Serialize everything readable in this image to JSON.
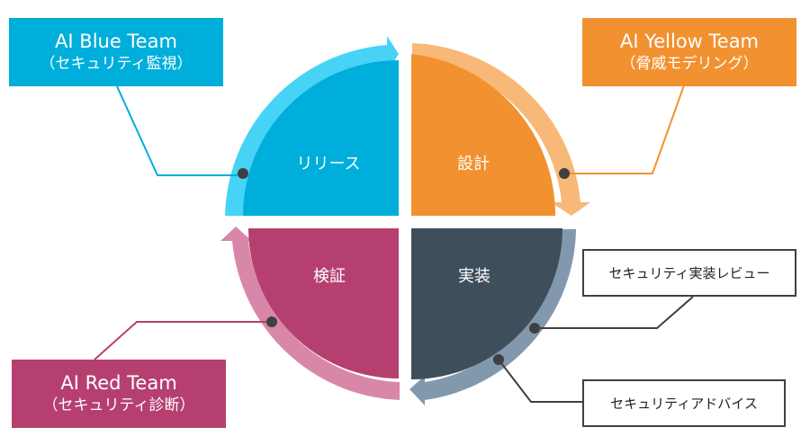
{
  "quadrants": {
    "release": {
      "label": "リリース",
      "color": "#00AEDB",
      "arc_color": "#47D3F5"
    },
    "design": {
      "label": "設計",
      "color": "#F29130",
      "arc_color": "#F8B878"
    },
    "verify": {
      "label": "検証",
      "color": "#B54070",
      "arc_color": "#D987A8"
    },
    "implement": {
      "label": "実装",
      "color": "#3F4E5B",
      "arc_color": "#8299AD"
    }
  },
  "teams": {
    "blue": {
      "title": "AI Blue Team",
      "subtitle": "（セキュリティ監視）",
      "color": "#00AEDB"
    },
    "yellow": {
      "title": "AI Yellow Team",
      "subtitle": "（脅威モデリング）",
      "color": "#F29130"
    },
    "red": {
      "title": "AI Red Team",
      "subtitle": "（セキュリティ診断）",
      "color": "#B54070"
    }
  },
  "callouts": {
    "review": "セキュリティ実装レビュー",
    "advice": "セキュリティアドバイス"
  },
  "connector_color": "#404040"
}
